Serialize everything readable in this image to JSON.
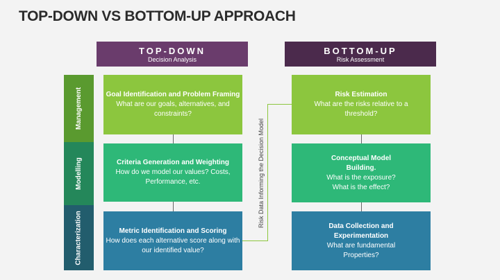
{
  "title": "TOP-DOWN VS BOTTOM-UP APPROACH",
  "top_down": {
    "title": "TOP-DOWN",
    "subtitle": "Decision Analysis"
  },
  "bottom_up": {
    "title": "BOTTOM-UP",
    "subtitle": "Risk Assessment"
  },
  "rows": [
    "Management",
    "Modelling",
    "Characterization"
  ],
  "left_boxes": [
    {
      "title": "Goal Identification and Problem Framing",
      "text": "What are our goals, alternatives, and constraints?"
    },
    {
      "title": "Criteria Generation and Weighting",
      "text": "How do we model our values? Costs, Performance, etc."
    },
    {
      "title": "Metric Identification and Scoring",
      "text": "How does each alternative score along with our identified value?"
    }
  ],
  "right_boxes": [
    {
      "title": "Risk Estimation",
      "text": "What are the risks relative to a threshold?"
    },
    {
      "title": "Conceptual Model Building.",
      "text": "What is the exposure? What is the effect?"
    },
    {
      "title": "Data Collection and Experimentation",
      "text": "What are fundamental Properties?"
    }
  ],
  "connector_label": "Risk Data Informing the Decision Model",
  "colors": {
    "purple_left": "#6a3c6c",
    "purple_right": "#4b2a4c",
    "lime": "#8cc63e",
    "teal": "#2eb878",
    "blue": "#2d7ea2"
  }
}
